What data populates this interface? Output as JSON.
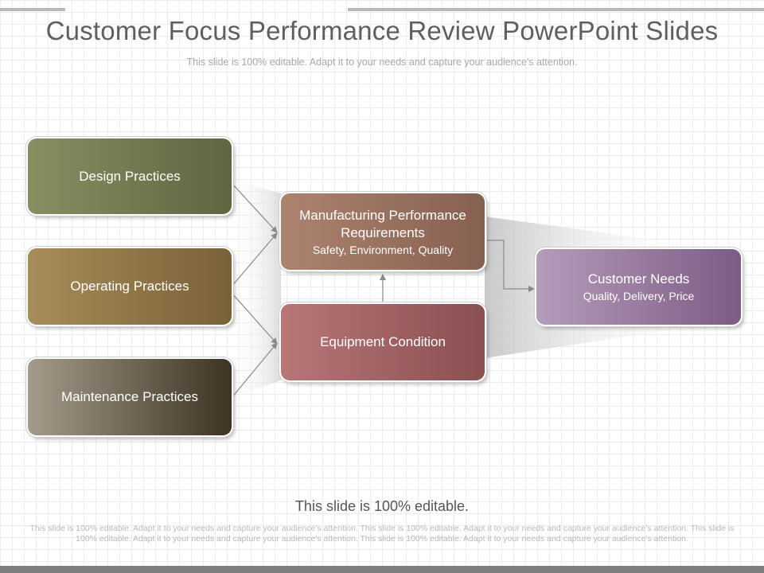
{
  "title": "Customer Focus Performance Review PowerPoint Slides",
  "subtitle": "This slide is 100% editable. Adapt it to your needs and capture your audience's attention.",
  "nodes": {
    "design": {
      "label": "Design Practices"
    },
    "operating": {
      "label": "Operating Practices"
    },
    "maintenance": {
      "label": "Maintenance Practices"
    },
    "manufacturing": {
      "label": "Manufacturing Performance Requirements",
      "sub": "Safety, Environment, Quality"
    },
    "equipment": {
      "label": "Equipment Condition"
    },
    "customer": {
      "label": "Customer Needs",
      "sub": "Quality, Delivery, Price"
    }
  },
  "footer": {
    "main": "This slide is 100% editable.",
    "small": "This slide is 100% editable. Adapt it to your needs and capture your audience's attention. This slide is 100% editable. Adapt it to your needs and capture your audience's attention. This slide is 100% editable. Adapt it to your needs and capture your audience's attention. This slide is 100% editable. Adapt it to your needs and capture your audience's attention."
  },
  "colors": {
    "design": "#6f7750",
    "operating": "#917546",
    "maintenance": "#6f6554",
    "manufacturing": "#9a7260",
    "equipment": "#a06263",
    "customer": "#9a7da0",
    "connector": "#8a8a8a"
  }
}
